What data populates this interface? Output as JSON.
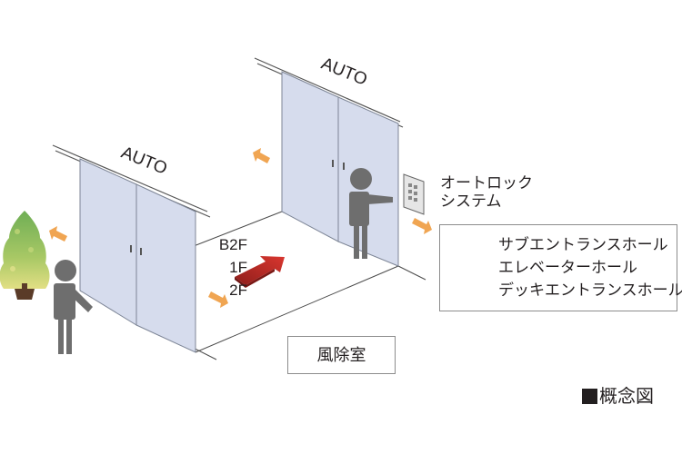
{
  "doors": {
    "front_label": "AUTO",
    "back_label": "AUTO"
  },
  "autolock": {
    "line1": "オートロック",
    "line2": "システム"
  },
  "floors": [
    {
      "level": "B2F",
      "name": "サブエントランスホール"
    },
    {
      "level": "1F",
      "name": "エレベーターホール"
    },
    {
      "level": "2F",
      "name": "デッキエントランスホール"
    }
  ],
  "vestibule_label": "風除室",
  "caption": "概念図",
  "colors": {
    "glass": "#d6dced",
    "glass_edge": "#7d8596",
    "person": "#6e6e6e",
    "orange_arrow": "#f0a552",
    "red_arrow": "#c9302b",
    "tree_green": "#7db35a",
    "tree_yellow": "#d6d872"
  }
}
